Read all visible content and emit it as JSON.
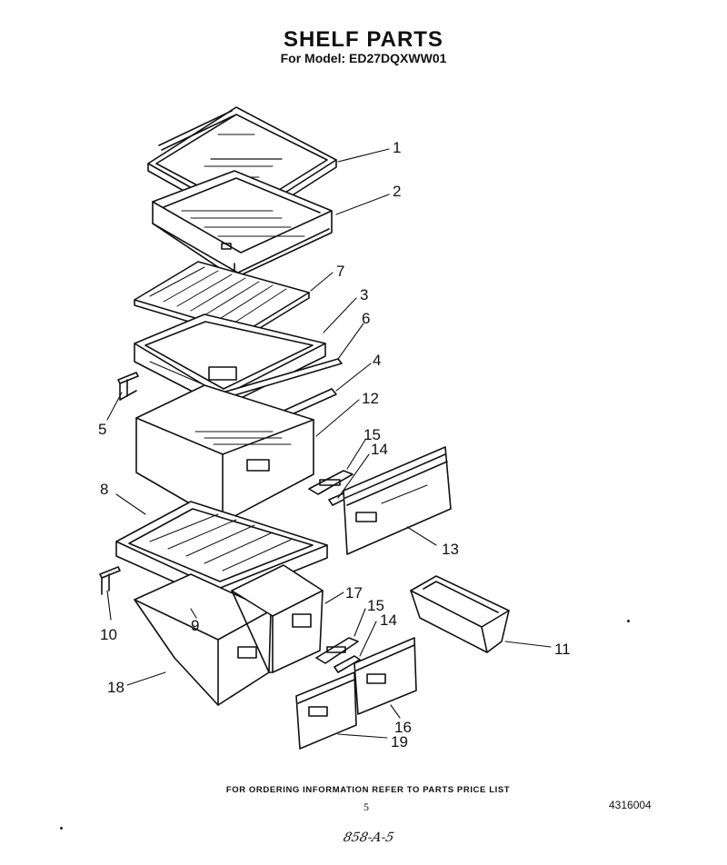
{
  "header": {
    "title": "SHELF PARTS",
    "model_line": "For Model: ED27DQXWW01"
  },
  "callouts": [
    {
      "id": "1",
      "label": "1"
    },
    {
      "id": "2",
      "label": "2"
    },
    {
      "id": "7",
      "label": "7"
    },
    {
      "id": "3",
      "label": "3"
    },
    {
      "id": "6",
      "label": "6"
    },
    {
      "id": "4",
      "label": "4"
    },
    {
      "id": "5",
      "label": "5"
    },
    {
      "id": "12",
      "label": "12"
    },
    {
      "id": "15a",
      "label": "15"
    },
    {
      "id": "14a",
      "label": "14"
    },
    {
      "id": "8",
      "label": "8"
    },
    {
      "id": "13",
      "label": "13"
    },
    {
      "id": "17",
      "label": "17"
    },
    {
      "id": "15b",
      "label": "15"
    },
    {
      "id": "14b",
      "label": "14"
    },
    {
      "id": "9",
      "label": "9"
    },
    {
      "id": "10",
      "label": "10"
    },
    {
      "id": "11",
      "label": "11"
    },
    {
      "id": "18",
      "label": "18"
    },
    {
      "id": "16",
      "label": "16"
    },
    {
      "id": "19",
      "label": "19"
    }
  ],
  "footer": {
    "ordering_note": "FOR ORDERING INFORMATION REFER TO PARTS PRICE LIST",
    "page_number": "5",
    "document_number": "4316004",
    "handwritten_note": "858-A-5"
  }
}
